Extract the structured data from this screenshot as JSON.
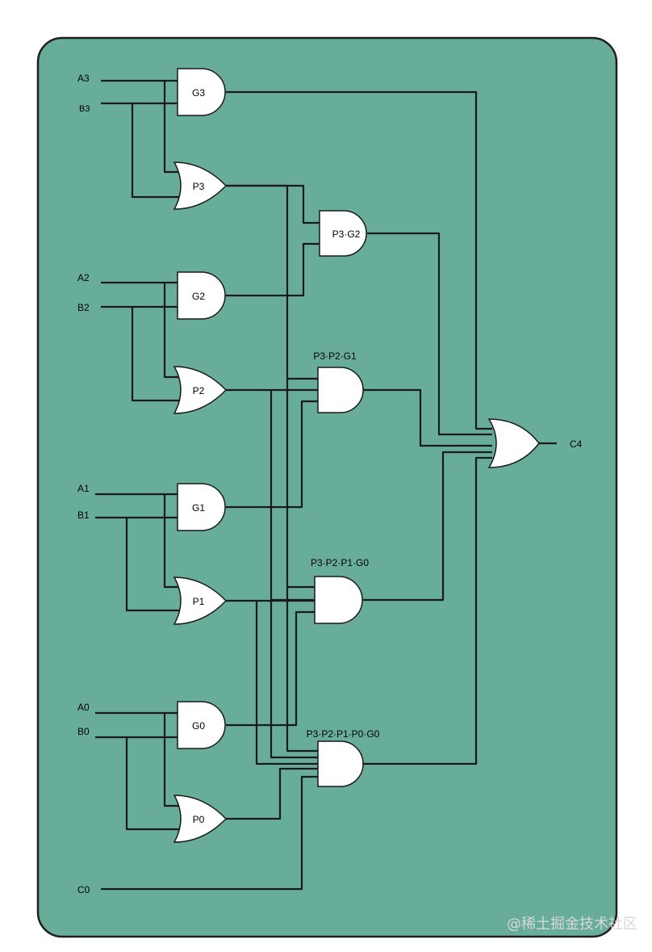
{
  "colors": {
    "panel": "#67ad9a",
    "panel_border": "#1f1f1f",
    "wire": "#1a1a1a",
    "gate_fill": "#ffffff"
  },
  "inputs": {
    "a3": "A3",
    "b3": "B3",
    "a2": "A2",
    "b2": "B2",
    "a1": "A1",
    "b1": "B1",
    "a0": "A0",
    "b0": "B0",
    "c0": "C0"
  },
  "gates": {
    "g3": "G3",
    "p3": "P3",
    "g2": "G2",
    "p2": "P2",
    "g1": "G1",
    "p1": "P1",
    "g0": "G0",
    "p0": "P0",
    "p3g2": "P3·G2",
    "p3p2g1": "P3·P2·G1",
    "p3p2p1g0": "P3·P2·P1·G0",
    "p3p2p1p0g0": "P3·P2·P1·P0·G0"
  },
  "output": {
    "c4": "C4"
  },
  "watermark": "@稀土掘金技术社区"
}
